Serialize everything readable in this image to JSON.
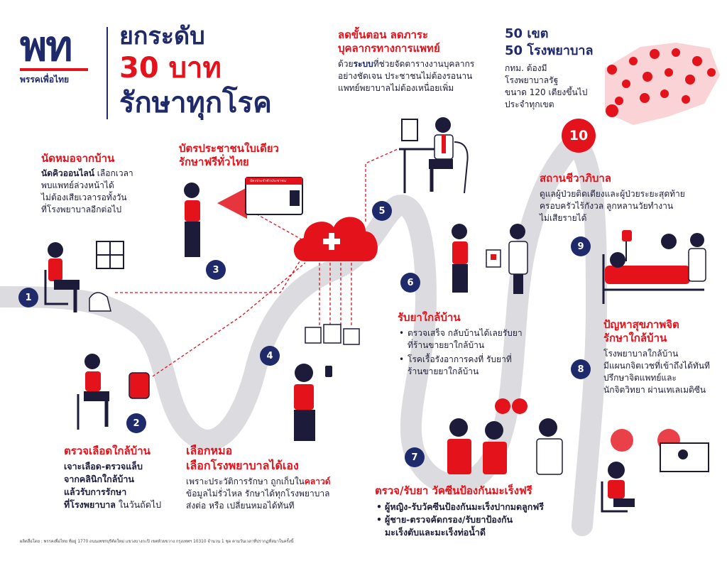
{
  "header": {
    "logo_letters": "พท",
    "logo_party": "พรรคเพื่อไทย",
    "title_line1": "ยกระดับ",
    "title_line2": "30 บาท",
    "title_line3": "รักษาทุกโรค"
  },
  "colors": {
    "navy": "#1f2a6b",
    "red": "#e3121b",
    "road": "#dcdce0"
  },
  "steps": {
    "s1": {
      "badge": "1",
      "title": "นัดหมอจากบ้าน",
      "line1_bold": "นัดคิวออนไลน์",
      "line1_rest": " เลือกเวลา",
      "line2": "พบแพทย์ล่วงหน้าได้",
      "line3": "ไม่ต้องเสียเวลารอทั้งวัน",
      "line4": "ที่โรงพยาบาลอีกต่อไป"
    },
    "s2": {
      "badge": "2",
      "title": "ตรวจเลือดใกล้บ้าน",
      "line1": "เจาะเลือด-ตรวจแล็บ",
      "line2": "จากคลินิกใกล้บ้าน",
      "line3": "แล้วรับการรักษา",
      "line4_bold": "ที่โรงพยาบาล",
      "line4_rest": " ในวันถัดไป"
    },
    "s3": {
      "badge": "3",
      "title_line1": "บัตรประชาชนใบเดียว",
      "title_line2": "รักษาฟรีทั่วไทย"
    },
    "s4": {
      "badge": "4",
      "title_line1": "เลือกหมอ",
      "title_line2": "เลือกโรงพยาบาลได้เอง",
      "line1_pre": "เพราะประวัติการรักษา ถูกเก็บใน",
      "line1_hl": "คลาวด์",
      "line2": "ข้อมูลไม่รั่วไหล รักษาได้ทุกโรงพยาบาล",
      "line3": "ส่งต่อ หรือ เปลี่ยนหมอได้ทันที"
    },
    "s5": {
      "badge": "5",
      "title_line1": "ลดขั้นตอน ลดภาระ",
      "title_line2": "บุคลากรทางการแพทย์",
      "line1_pre": "ด้วย",
      "line1_hl": "ระบบ",
      "line1_post": "ที่ช่วยจัดตารางงานบุคลากร",
      "line2": "อย่างชัดเจน ประชาชนไม่ต้องรอนาน",
      "line3": "แพทย์พยาบาลไม่ต้องเหนื่อยเพิ่ม"
    },
    "s6": {
      "badge": "6",
      "title": "รับยาใกล้บ้าน",
      "bullet1_l1": "ตรวจเสร็จ กลับบ้านได้เลยรับยา",
      "bullet1_l2": "ที่ร้านขายยาใกล้บ้าน",
      "bullet2_l1": "โรคเรื้อรังอาการคงที่ รับยาที่",
      "bullet2_l2": "ร้านขายยาใกล้บ้าน"
    },
    "s7": {
      "badge": "7",
      "title": "ตรวจ/รับยา วัคซีนป้องกันมะเร็งฟรี",
      "bullet1": "ผู้หญิง-รับวัคซีนป้องกันมะเร็งปากมดลูกฟรี",
      "bullet2_l1": "ผู้ชาย-ตรวจคัดกรอง/รับยาป้องกัน",
      "bullet2_l2": "มะเร็งตับและมะเร็งท่อน้ำดี"
    },
    "s8": {
      "badge": "8",
      "title_line1": "ปัญหาสุขภาพจิต",
      "title_line2": "รักษาใกล้บ้าน",
      "line1": "โรงพยาบาลใกล้บ้าน",
      "line2": "มีแผนกจิตเวชที่เข้าถึงได้ทันที",
      "line3": "ปรึกษาจิตแพทย์และ",
      "line4": "นักจิตวิทยา ผ่านเทเลเมดิซีน"
    },
    "s9": {
      "badge": "9",
      "title": "สถานชีวาภิบาล",
      "line1": "ดูแลผู้ป่วยติดเตียงและผู้ป่วยระยะสุดท้าย",
      "line2": "ครอบครัวไร้กังวล ลูกหลานวัยทำงาน",
      "line3": "ไม่เสียรายได้"
    },
    "s10": {
      "badge": "10",
      "title_line1": "50 เขต",
      "title_line2": "50 โรงพยาบาล",
      "line1": "กทม. ต้องมี",
      "line2": "โรงพยาบาลรัฐ",
      "line3": "ขนาด 120 เตียงขึ้นไป",
      "line4": "ประจำทุกเขต"
    }
  },
  "card": {
    "header": "บัตรประจำตัวประชาชน"
  },
  "footer": "ผลิตสื่อโดย : พรรคเพื่อไทย ที่อยู่ 1770 ถนนเพชรบุรีตัดใหม่ แขวงบางกะปิ เขตห้วยขวาง กรุงเทพฯ 10310 จำนวน 1 ชุด ตามวันเวลาที่ปรากฏที่สมาในครั้งนี้"
}
